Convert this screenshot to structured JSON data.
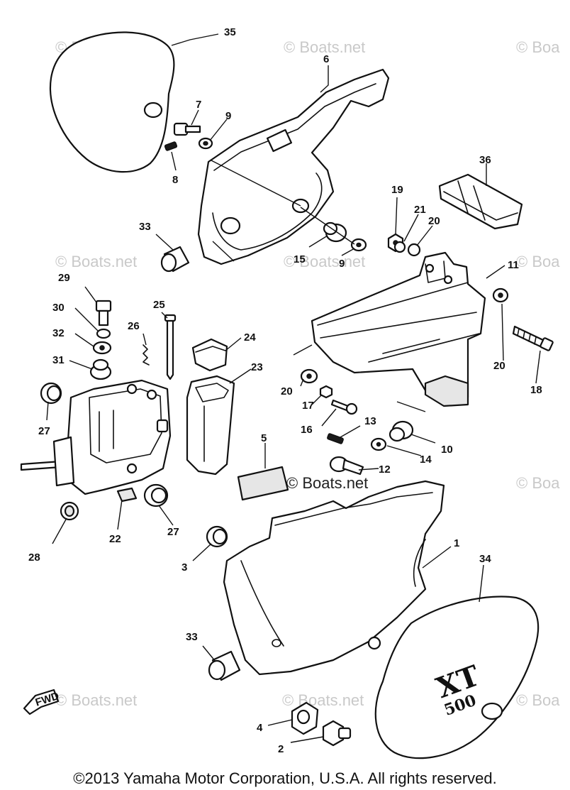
{
  "watermarks": [
    "© Boats.net",
    "© Boats.net",
    "© Boa",
    "© Boats.net",
    "© Boats.net",
    "© Boa",
    "© Boats.net",
    "© Boa",
    "© Boats.net",
    "© Boats.net",
    "© Boa"
  ],
  "callouts": [
    "35",
    "6",
    "7",
    "9",
    "8",
    "36",
    "19",
    "21",
    "20",
    "33",
    "15",
    "9",
    "11",
    "29",
    "25",
    "30",
    "26",
    "24",
    "32",
    "31",
    "23",
    "20",
    "18",
    "20",
    "17",
    "27",
    "16",
    "13",
    "5",
    "14",
    "10",
    "12",
    "22",
    "27",
    "28",
    "3",
    "1",
    "34",
    "33",
    "4",
    "2"
  ],
  "emblem": {
    "letters": "XT",
    "number": "500"
  },
  "fwd_label": "FWD",
  "copyright": "©2013 Yamaha Motor Corporation, U.S.A. All rights reserved."
}
